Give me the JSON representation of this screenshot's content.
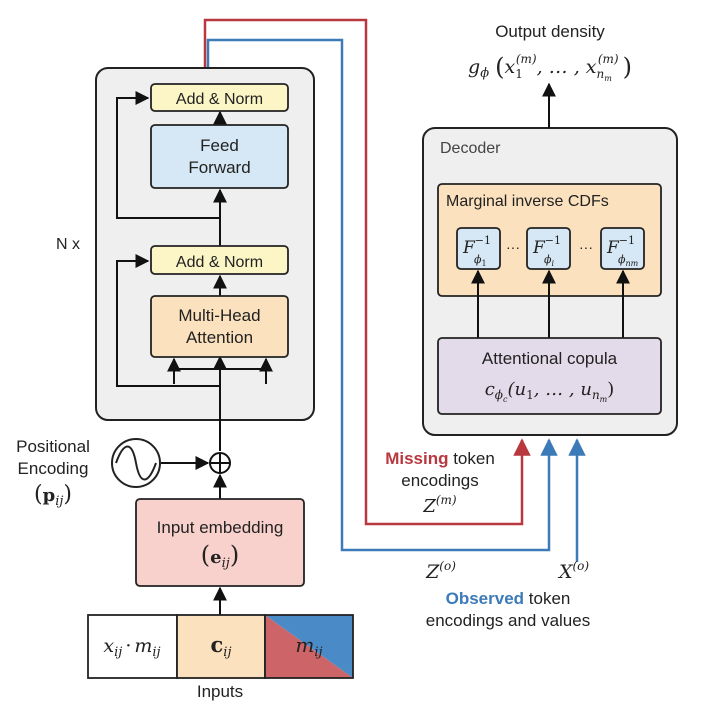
{
  "encoder": {
    "nx_label": "N x",
    "add_norm_top": "Add & Norm",
    "feed_forward_line1": "Feed",
    "feed_forward_line2": "Forward",
    "add_norm_bottom": "Add & Norm",
    "mha_line1": "Multi-Head",
    "mha_line2": "Attention"
  },
  "positional": {
    "line1": "Positional",
    "line2": "Encoding",
    "symbol": "p",
    "subscript": "ij"
  },
  "input_embedding": {
    "label": "Input embedding",
    "symbol": "e",
    "subscript": "ij"
  },
  "inputs": {
    "label": "Inputs",
    "cell1_x": "x",
    "cell1_x_sub": "ij",
    "cell1_op": "·",
    "cell1_m": "m",
    "cell1_m_sub": "ij",
    "cell2": "c",
    "cell2_sub": "ij",
    "cell3": "m",
    "cell3_sub": "ij"
  },
  "decoder": {
    "title": "Decoder",
    "marginal_title": "Marginal inverse CDFs",
    "f_symbol": "F",
    "f_sup": "−1",
    "f_sub_1": "ϕ",
    "f_sub_1_idx": "1",
    "f_sub_i": "ϕ",
    "f_sub_i_idx": "i",
    "f_sub_n": "ϕ",
    "f_sub_n_idx": "nm",
    "ellipsis": "···",
    "copula_title": "Attentional copula",
    "copula_c": "c",
    "copula_sub": "ϕ",
    "copula_sub_idx": "c",
    "copula_args": "(u",
    "copula_args_sub1": "1",
    "copula_args_mid": ", … , u",
    "copula_args_subn": "n",
    "copula_args_subn2": "m",
    "copula_close": ")"
  },
  "output": {
    "label": "Output density",
    "g": "g",
    "g_sub": "ϕ",
    "open": "(",
    "x1": "x",
    "x1_sub": "1",
    "x1_sup": "(m)",
    "mid": ", … , ",
    "xn": "x",
    "xn_sub": "n",
    "xn_sub2": "m",
    "xn_sup": "(m)",
    "close": ")"
  },
  "missing": {
    "word": "Missing",
    "rest": " token",
    "line2": "encodings",
    "symbol": "Z",
    "sup": "(m)"
  },
  "observed": {
    "z_symbol": "Z",
    "z_sup": "(o)",
    "x_symbol": "X",
    "x_sup": "(o)",
    "word": "Observed",
    "rest": " token",
    "line2": "encodings and values"
  },
  "colors": {
    "red": "#b9383f",
    "blue": "#3d7ab8",
    "grey_bg": "#efefef",
    "yellow": "#fcf5c6",
    "light_blue": "#d6e8f5",
    "orange": "#fbe1bd",
    "peach": "#f9d1cc",
    "lavender": "#e3dbe9"
  }
}
